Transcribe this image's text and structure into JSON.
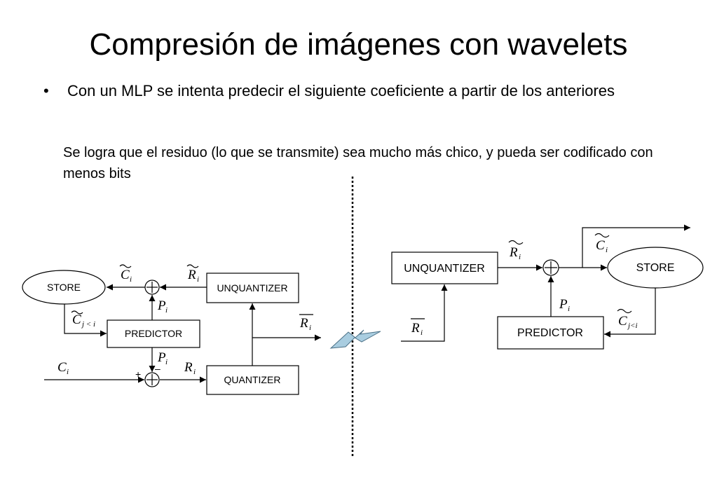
{
  "slide": {
    "title": "Compresión de imágenes con wavelets",
    "bullet_marker": "•",
    "bullet": "Con un MLP se intenta predecir el siguiente coeficiente a partir de los anteriores",
    "note": "Se logra que el residuo (lo que se transmite) sea mucho más chico, y pueda ser codificado con menos bits"
  },
  "encoder": {
    "store_label": "STORE",
    "predictor_label": "PREDICTOR",
    "unquantizer_label": "UNQUANTIZER",
    "quantizer_label": "QUANTIZER",
    "c_tilde": "C",
    "c_tilde_sub": "i",
    "c_tilde_prev": "C",
    "c_tilde_prev_sub": "j < i",
    "r_tilde": "R",
    "r_tilde_sub": "i",
    "r_bar": "R",
    "r_bar_sub": "i",
    "p_top": "P",
    "p_top_sub": "i",
    "p_bottom": "P",
    "p_bottom_sub": "i",
    "c_input": "C",
    "c_input_sub": "i",
    "r_residual": "R",
    "r_residual_sub": "i",
    "plus_sign": "+",
    "minus_sign": "–"
  },
  "decoder": {
    "unquantizer_label": "UNQUANTIZER",
    "store_label": "STORE",
    "predictor_label": "PREDICTOR",
    "r_tilde": "R",
    "r_tilde_sub": "i",
    "c_tilde": "C",
    "c_tilde_sub": "i",
    "p": "P",
    "p_sub": "i",
    "c_tilde_prev": "C",
    "c_tilde_prev_sub": "j<i",
    "r_bar": "R",
    "r_bar_sub": "i"
  },
  "colors": {
    "channel_fill": "#a9cde0",
    "channel_stroke": "#4a6f85"
  }
}
